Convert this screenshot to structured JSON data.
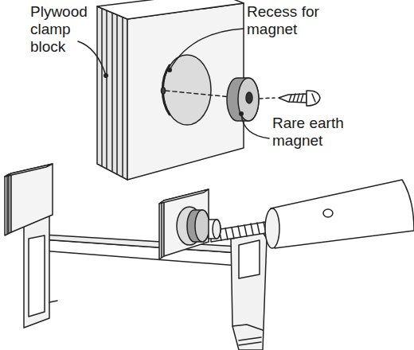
{
  "diagram": {
    "labels": [
      "Plywood clamp block",
      "Recess for magnet",
      "Rare earth magnet"
    ]
  }
}
